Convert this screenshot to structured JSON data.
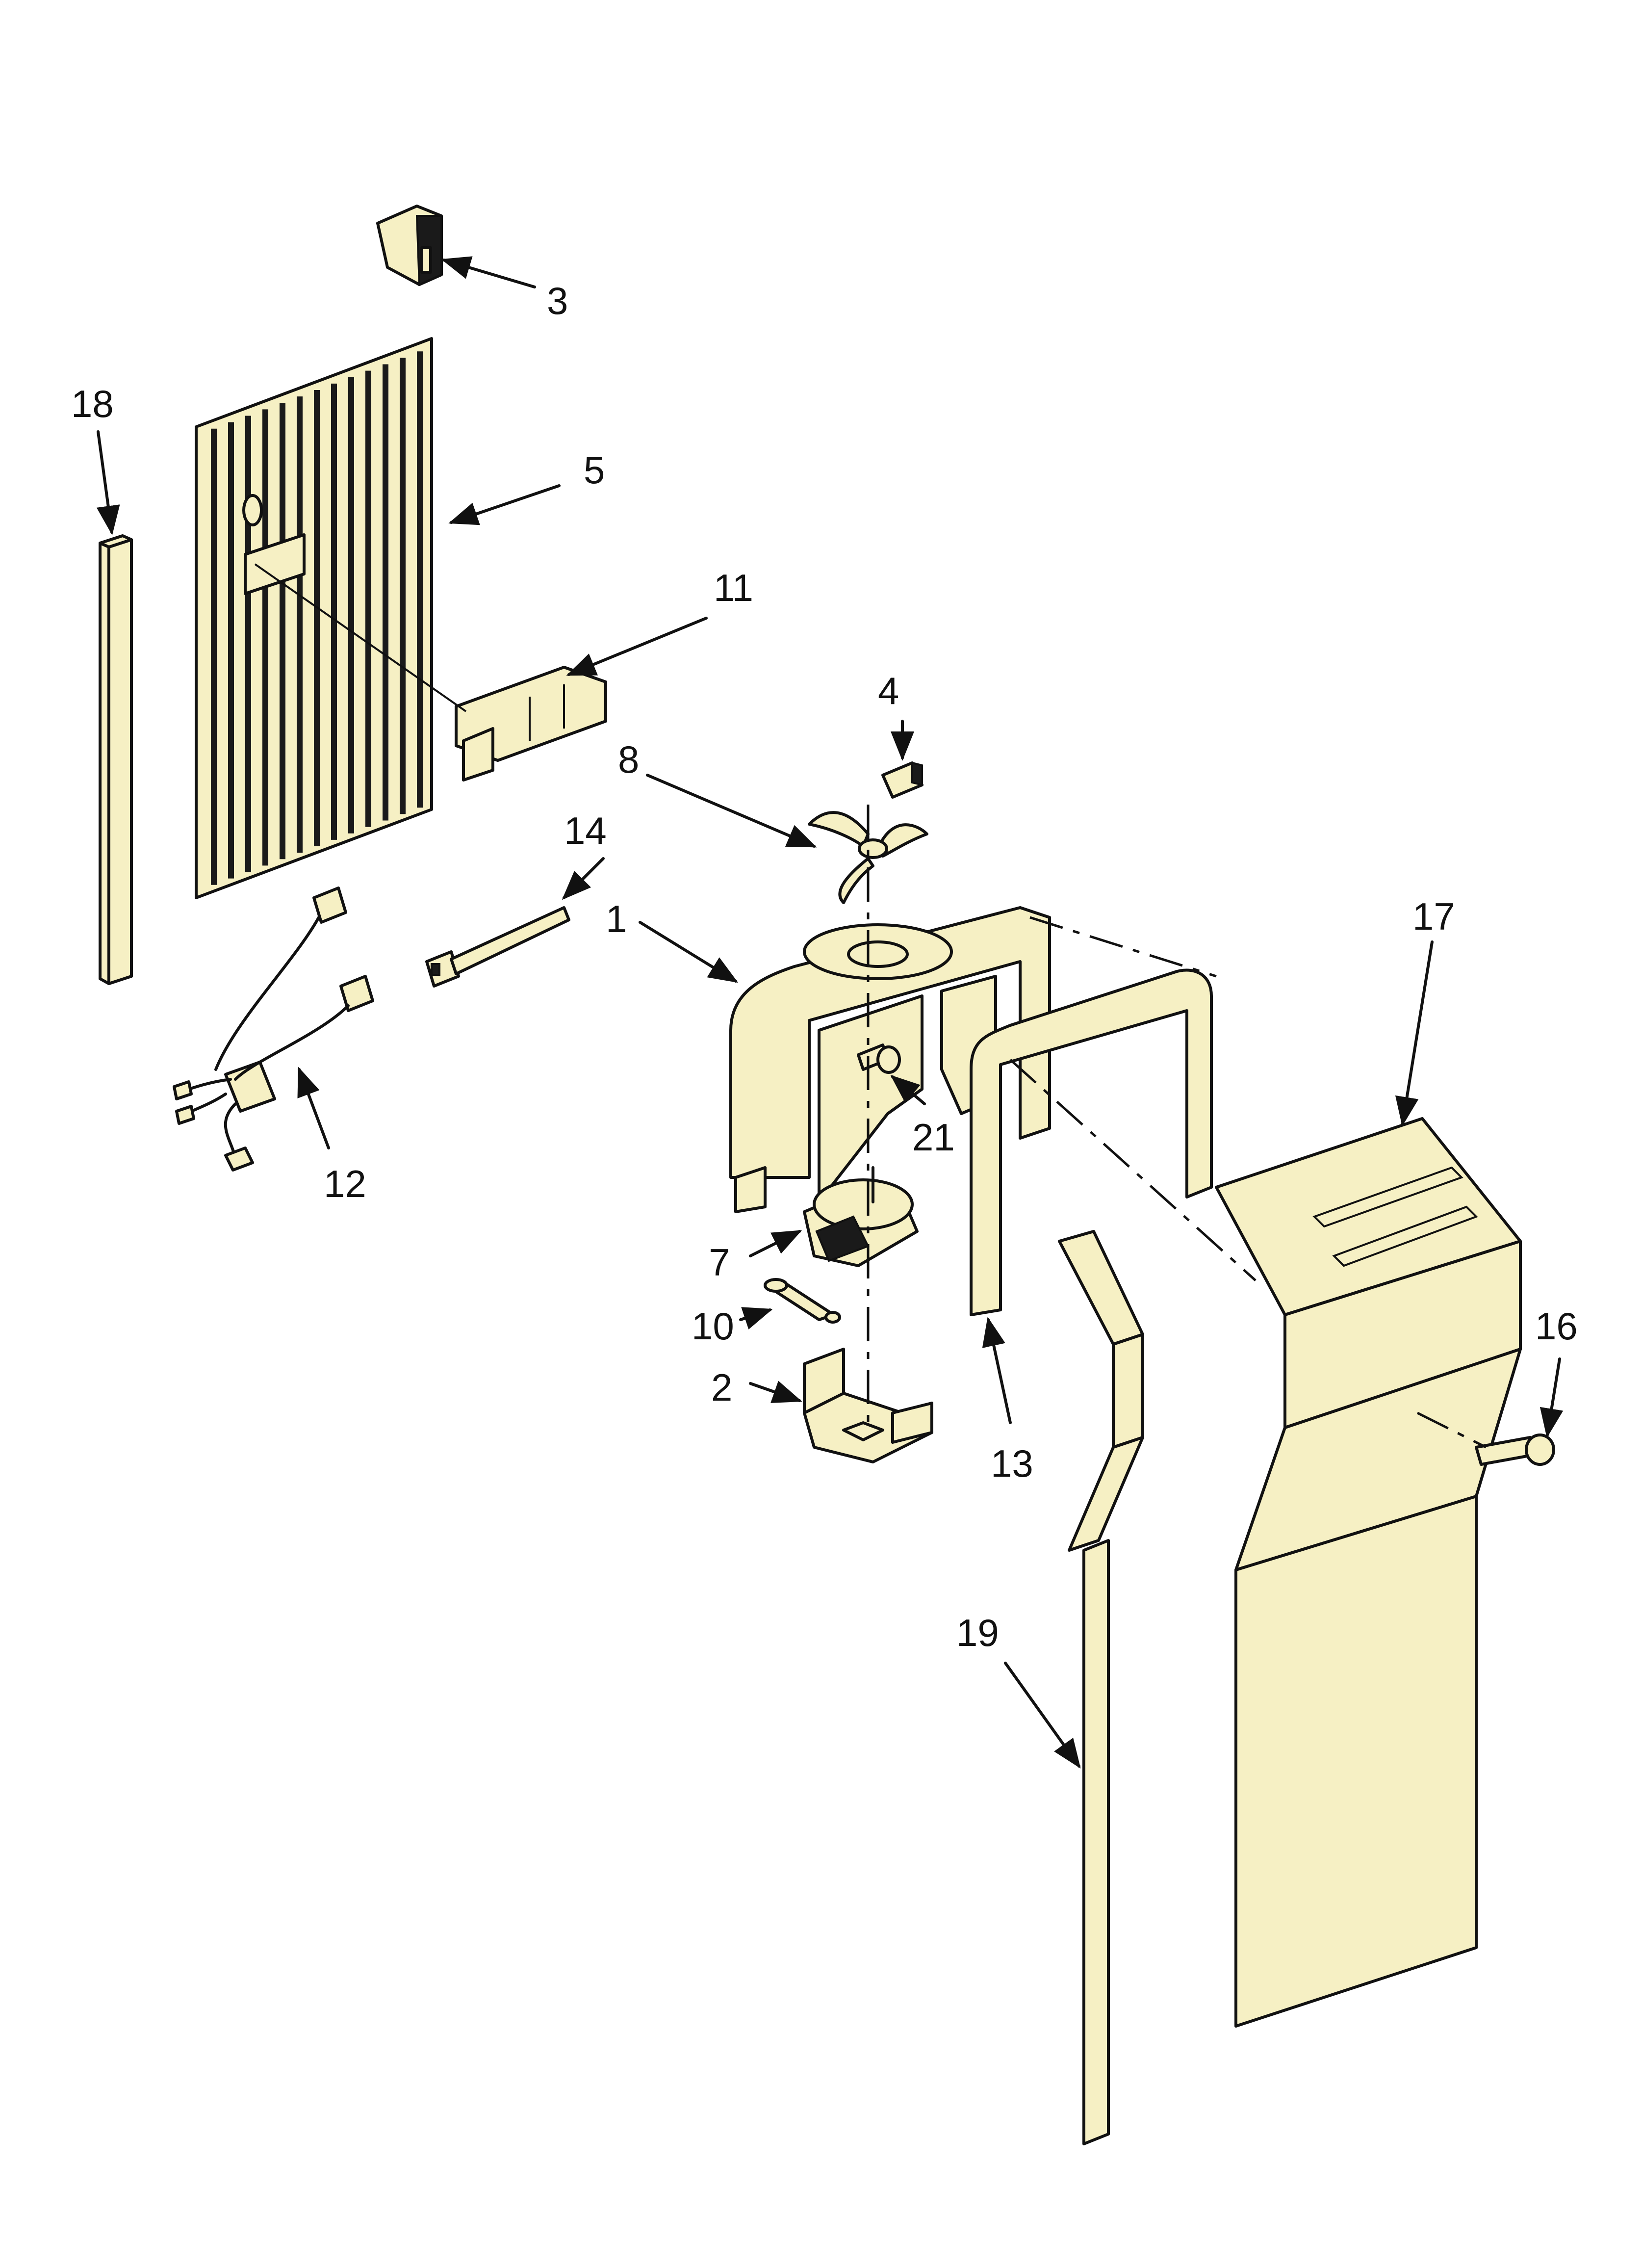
{
  "callouts": [
    {
      "id": "1",
      "label": "1"
    },
    {
      "id": "2",
      "label": "2"
    },
    {
      "id": "3",
      "label": "3"
    },
    {
      "id": "4",
      "label": "4"
    },
    {
      "id": "5",
      "label": "5"
    },
    {
      "id": "7",
      "label": "7"
    },
    {
      "id": "8",
      "label": "8"
    },
    {
      "id": "10",
      "label": "10"
    },
    {
      "id": "11",
      "label": "11"
    },
    {
      "id": "12",
      "label": "12"
    },
    {
      "id": "13",
      "label": "13"
    },
    {
      "id": "14",
      "label": "14"
    },
    {
      "id": "16",
      "label": "16"
    },
    {
      "id": "17",
      "label": "17"
    },
    {
      "id": "18",
      "label": "18"
    },
    {
      "id": "19",
      "label": "19"
    },
    {
      "id": "21",
      "label": "21"
    }
  ],
  "colors": {
    "part_fill": "#f6f0c4",
    "line": "#111111",
    "background": "#ffffff"
  }
}
